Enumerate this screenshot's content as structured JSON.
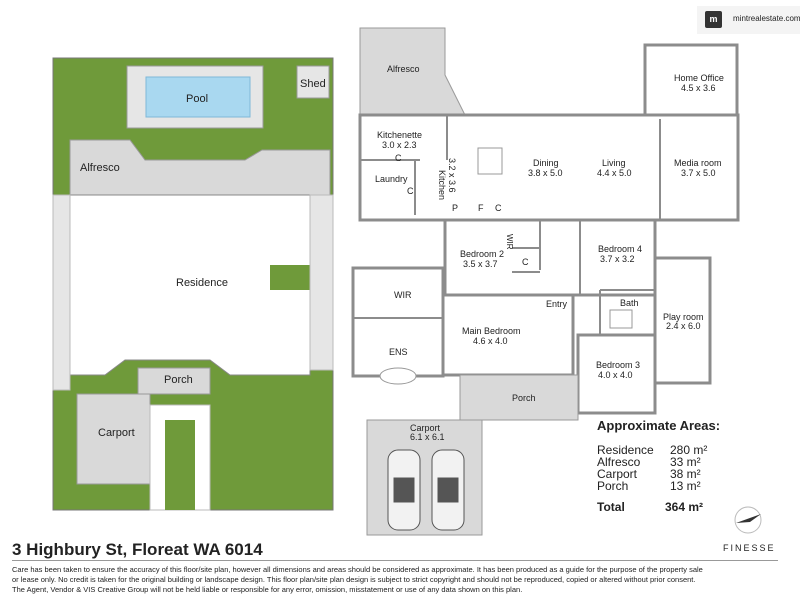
{
  "header": {
    "website": "mintrealestate.com.au"
  },
  "site_plan": {
    "pool": "Pool",
    "shed": "Shed",
    "alfresco": "Alfresco",
    "residence": "Residence",
    "porch": "Porch",
    "carport": "Carport"
  },
  "floor_plan": {
    "alfresco": "Alfresco",
    "home_office": {
      "name": "Home Office",
      "size": "4.5 x 3.6"
    },
    "kitchenette": {
      "name": "Kitchenette",
      "size": "3.0 x 2.3"
    },
    "kitchen": {
      "name": "Kitchen",
      "size": "3.2 x 3.6"
    },
    "dining": {
      "name": "Dining",
      "size": "3.8 x 5.0"
    },
    "living": {
      "name": "Living",
      "size": "4.4 x 5.0"
    },
    "media_room": {
      "name": "Media room",
      "size": "3.7 x 5.0"
    },
    "laundry": "Laundry",
    "bedroom2": {
      "name": "Bedroom 2",
      "size": "3.5 x 3.7"
    },
    "bedroom4": {
      "name": "Bedroom 4",
      "size": "3.7 x 3.2"
    },
    "wir": "WIR",
    "wir_small": "WIR",
    "entry": "Entry",
    "bath": "Bath",
    "play_room": {
      "name": "Play room",
      "size": "2.4 x 6.0"
    },
    "main_bedroom": {
      "name": "Main Bedroom",
      "size": "4.6 x 4.0"
    },
    "ens": "ENS",
    "bedroom3": {
      "name": "Bedroom 3",
      "size": "4.0 x 4.0"
    },
    "porch": "Porch",
    "carport": {
      "name": "Carport",
      "size": "6.1 x 6.1"
    },
    "cupboard_c": "C",
    "pantry_p": "P",
    "fridge_f": "F"
  },
  "areas": {
    "title": "Approximate Areas:",
    "rows": [
      {
        "label": "Residence",
        "value": "280 m²"
      },
      {
        "label": "Alfresco",
        "value": "33 m²"
      },
      {
        "label": "Carport",
        "value": "38 m²"
      },
      {
        "label": "Porch",
        "value": "13 m²"
      }
    ],
    "total_label": "Total",
    "total_value": "364 m²"
  },
  "brand": "FINESSE",
  "address": "3 Highbury St, Floreat WA 6014",
  "disclaimer": [
    "Care has been taken to ensure the accuracy of this floor/site plan, however all dimensions and areas should be considered as approximate. It has been produced as a guide for the purpose of the property sale",
    "or lease only. No credit is taken for the original building or landscape design. This floor plan/site plan design is subject to strict copyright and should not be reproduced, copied or altered without prior consent.",
    "The Agent, Vendor & VIS Creative Group will not be held liable or responsible for any error, omission, misstatement or use of any data shown on this plan."
  ],
  "colors": {
    "grass": "#6f9a3a",
    "pool": "#a9d8f0",
    "paving": "#d9d9d9",
    "wall": "#8c8c8c",
    "header_bar": "#2b2b2b"
  }
}
